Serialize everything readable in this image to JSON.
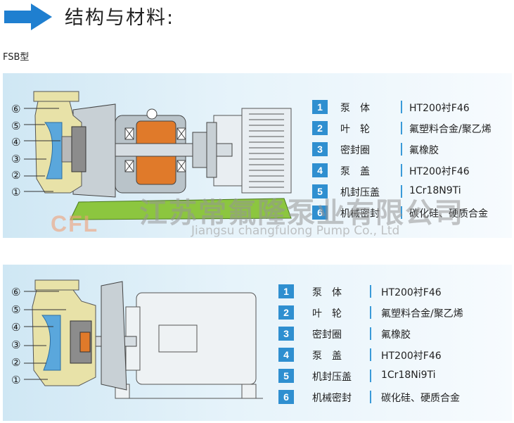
{
  "header": {
    "title": "结构与材料:"
  },
  "subtitle": "FSB型",
  "colors": {
    "accent_blue": "#2f8fd0",
    "arrow_blue": "#1f7fd0",
    "panel_bg": "#e6f3fa",
    "impeller_orange": "#e07a2a",
    "base_green": "#8cc63f"
  },
  "callouts": [
    "⑥",
    "⑤",
    "④",
    "③",
    "②",
    "①"
  ],
  "parts_table": [
    {
      "num": "1",
      "name": "泵　体",
      "material": "HT200衬F46"
    },
    {
      "num": "2",
      "name": "叶　轮",
      "material": "氟塑料合金/聚乙烯"
    },
    {
      "num": "3",
      "name": "密封圈",
      "material": "氟橡胶"
    },
    {
      "num": "4",
      "name": "泵　盖",
      "material": "HT200衬F46"
    },
    {
      "num": "5",
      "name": "机封压盖",
      "material": "1Cr18N9Ti"
    },
    {
      "num": "6",
      "name": "机械密封",
      "material": "碳化硅、硬质合金"
    }
  ],
  "parts_table_2": [
    {
      "num": "1",
      "name": "泵　体",
      "material": "HT200衬F46"
    },
    {
      "num": "2",
      "name": "叶　轮",
      "material": "氟塑料合金/聚乙烯"
    },
    {
      "num": "3",
      "name": "密封圈",
      "material": "氟橡胶"
    },
    {
      "num": "4",
      "name": "泵　盖",
      "material": "HT200衬F46"
    },
    {
      "num": "5",
      "name": "机封压盖",
      "material": "1Cr18Ni9Ti"
    },
    {
      "num": "6",
      "name": "机械密封",
      "material": "碳化硅、硬质合金"
    }
  ],
  "watermark": {
    "company_cn": "江苏常氟隆泵业有限公司",
    "company_en": "Jiangsu changfulong Pump Co., Ltd",
    "logo": "CFL"
  }
}
